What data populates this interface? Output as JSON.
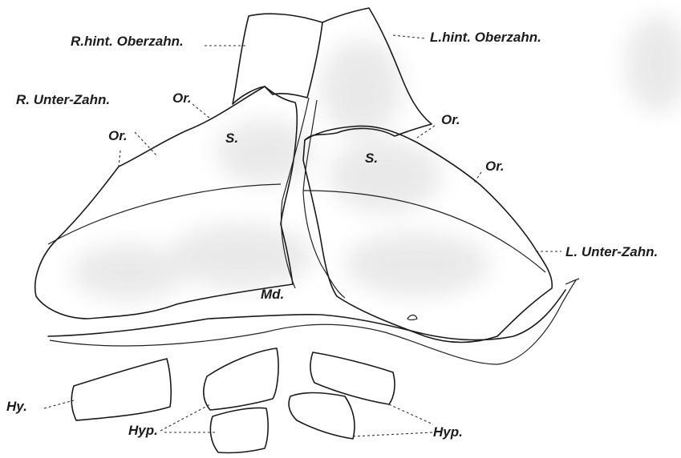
{
  "figure": {
    "labels": {
      "r_hint_oberzahn": "R.hint. Oberzahn.",
      "l_hint_oberzahn": "L.hint. Oberzahn.",
      "r_unter_zahn": "R. Unter-Zahn.",
      "l_unter_zahn": "L. Unter-Zahn.",
      "or_1": "Or.",
      "or_2": "Or.",
      "or_3": "Or.",
      "or_4": "Or.",
      "s_left": "S.",
      "s_right": "S.",
      "md": "Md.",
      "hy": "Hy.",
      "hyp_left": "Hyp.",
      "hyp_right": "Hyp."
    },
    "colors": {
      "ink": "#1a1a1a",
      "shade": "#e9e9e9",
      "background": "#ffffff"
    }
  }
}
